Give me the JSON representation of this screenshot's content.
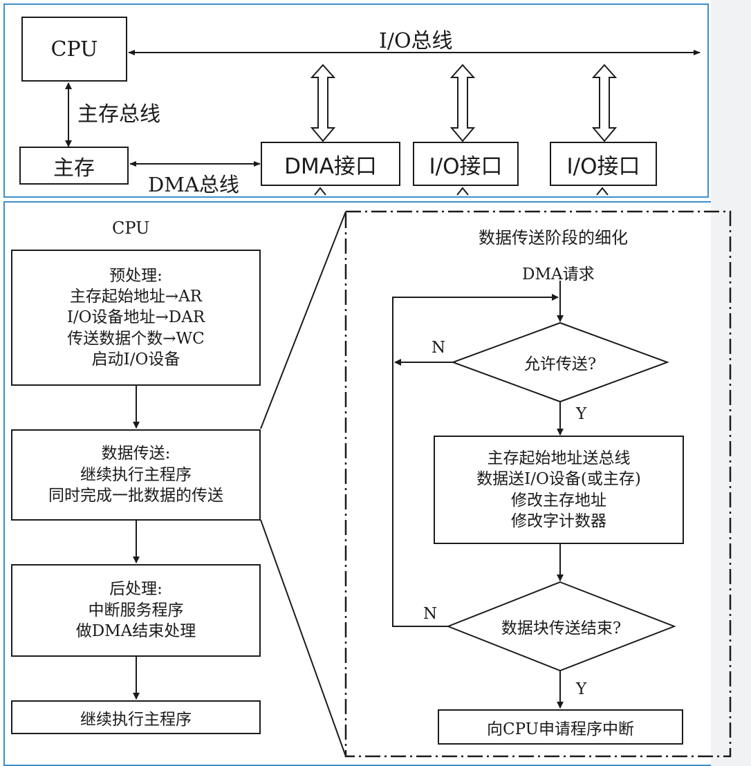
{
  "top": {
    "cpu": "CPU",
    "io_bus": "I/O总线",
    "main_bus": "主存总线",
    "main_memory": "主存",
    "dma_bus": "DMA总线",
    "dma_interface": "DMA接口",
    "io_interface_1": "I/O接口",
    "io_interface_2": "I/O接口"
  },
  "bottom": {
    "cpu_title": "CPU",
    "pre": "预处理:\n主存起始地址→AR\nI/O设备地址→DAR\n传送数据个数→WC\n启动I/O设备",
    "transfer": "数据传送:\n继续执行主程序\n同时完成一批数据的传送",
    "post": "后处理:\n中断服务程序\n做DMA结束处理",
    "resume": "继续执行主程序",
    "detail_title": "数据传送阶段的细化",
    "dma_request": "DMA请求",
    "allow_q": "允许传送?",
    "n1": "N",
    "y1": "Y",
    "process": "主存起始地址送总线\n数据送I/O设备(或主存)\n修改主存地址\n修改字计数器",
    "end_q": "数据块传送结束?",
    "n2": "N",
    "y2": "Y",
    "interrupt": "向CPU申请程序中断"
  },
  "colors": {
    "panel_border": "#3b8fc9",
    "ink": "#1a1a1a",
    "side_stripe": "#f1f2f4"
  }
}
